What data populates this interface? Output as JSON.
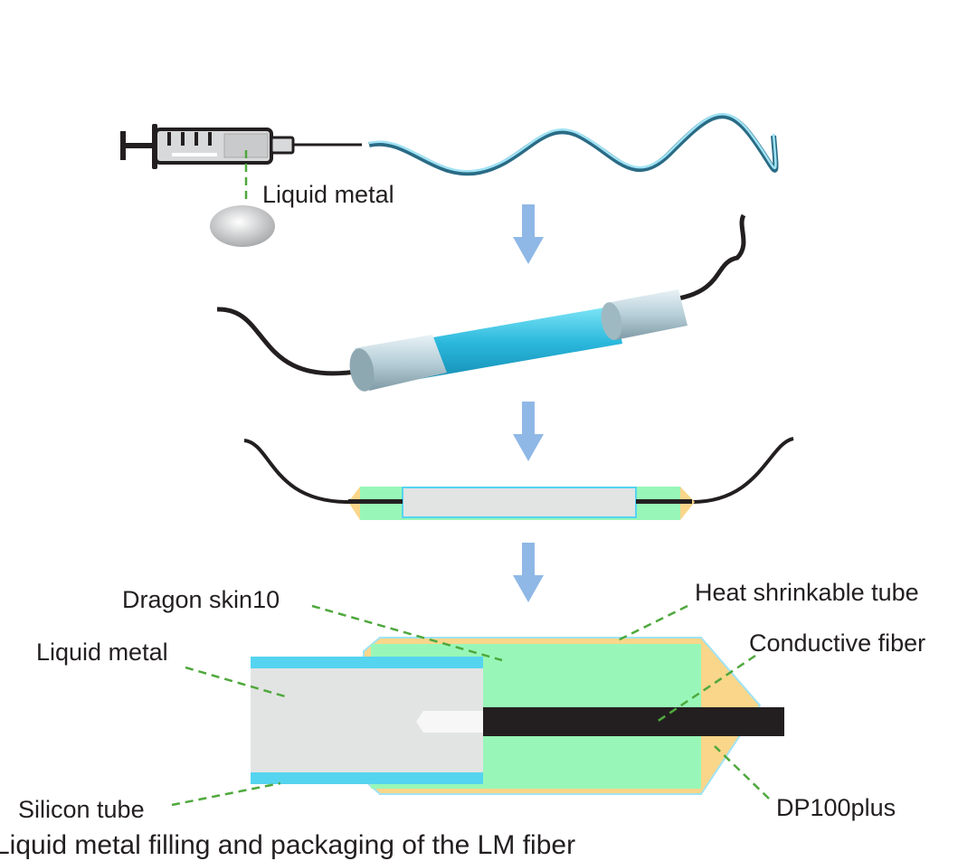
{
  "labels": {
    "liquid_metal_top": "Liquid metal",
    "dragon_skin": "Dragon skin10",
    "heat_shrink": "Heat shrinkable tube",
    "liquid_metal": "Liquid metal",
    "conductive_fiber": "Conductive fiber",
    "silicon_tube": "Silicon tube",
    "dp100plus": "DP100plus"
  },
  "caption": "Liquid metal filling and packaging of the LM fiber",
  "colors": {
    "arrow": "#8fb8e6",
    "silicone_blue": "#55d4f0",
    "dragon_skin_green": "#98f7b8",
    "heat_shrink_orange": "#f9d68a",
    "liquid_metal_gray": "#e2e3e3",
    "fiber_black": "#231f20",
    "leader_green": "#4fa83d"
  }
}
